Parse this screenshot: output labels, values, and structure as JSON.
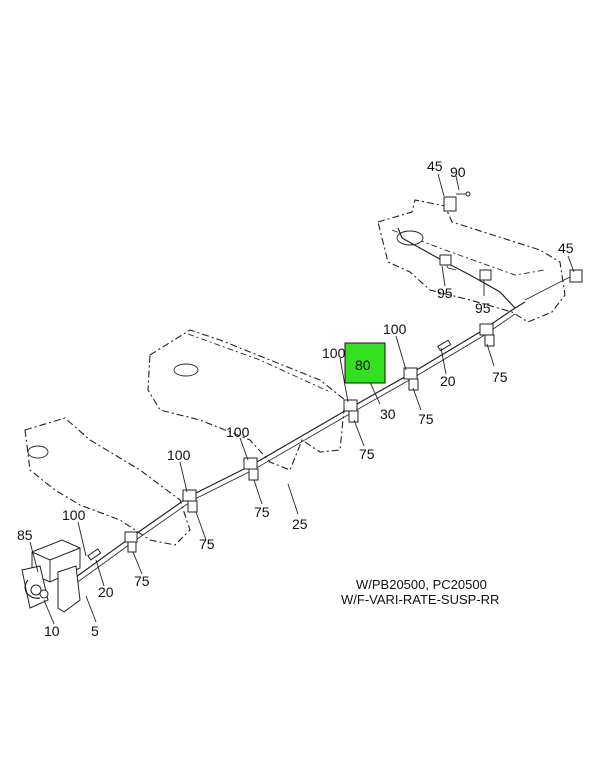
{
  "labels": {
    "l45a": "45",
    "l90": "90",
    "l45b": "45",
    "l95a": "95",
    "l95b": "95",
    "l100a": "100",
    "l100b": "100",
    "l80": "80",
    "l20a": "20",
    "l75a": "75",
    "l30": "30",
    "l75b": "75",
    "l75c": "75",
    "l100c": "100",
    "l100d": "100",
    "l75d": "75",
    "l25": "25",
    "l75e": "75",
    "l100e": "100",
    "l85": "85",
    "l75f": "75",
    "l20b": "20",
    "l10": "10",
    "l5": "5"
  },
  "note": {
    "line1": "W/PB20500, PC20500",
    "line2": "W/F-VARI-RATE-SUSP-RR"
  },
  "colors": {
    "highlight": "#33e020"
  }
}
